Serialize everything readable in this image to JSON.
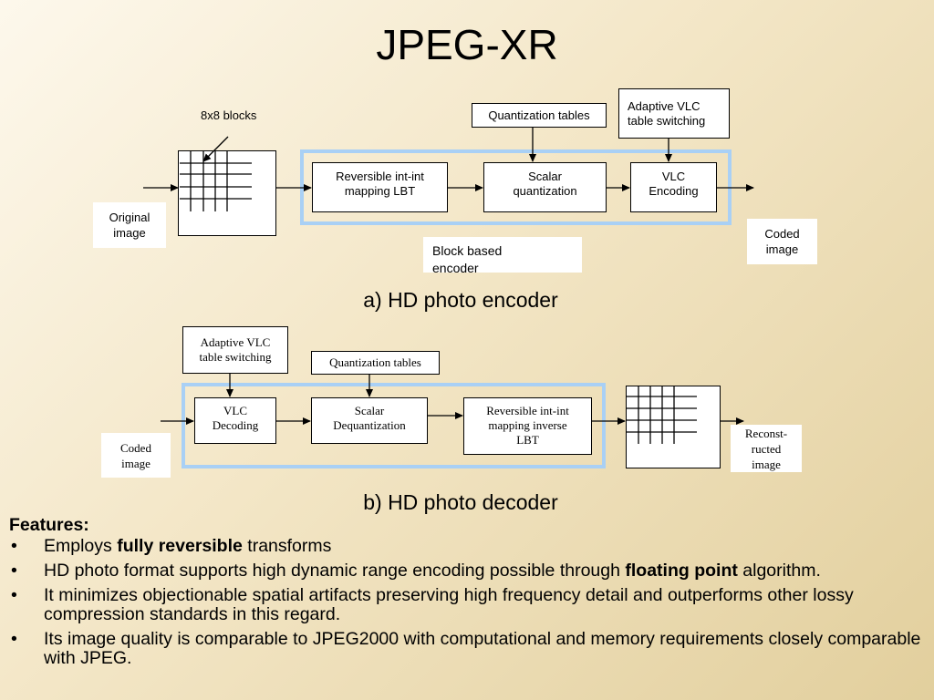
{
  "slide": {
    "title": "JPEG-XR"
  },
  "encoder": {
    "blocks_label": "8x8 blocks",
    "original_image": "Original\nimage",
    "quant_tables": "Quantization tables",
    "adaptive_vlc": "Adaptive VLC\ntable switching",
    "lbt": "Reversible int-int\nmapping LBT",
    "scalar_quant": "Scalar\nquantization",
    "vlc_encoding": "VLC\nEncoding",
    "coded_image": "Coded\nimage",
    "block_based": "Block based\nencoder",
    "caption": "a) HD photo encoder"
  },
  "decoder": {
    "adaptive_vlc": "Adaptive VLC\ntable switching",
    "quant_tables": "Quantization tables",
    "vlc_decoding": "VLC\nDecoding",
    "scalar_dequant": "Scalar\nDequantization",
    "inverse_lbt": "Reversible int-int\nmapping inverse\nLBT",
    "coded_image": "Coded\nimage",
    "reconstructed": "Reconst-\nructed\nimage",
    "caption": "b) HD photo decoder"
  },
  "features": {
    "heading": "Features:",
    "bullet": "•",
    "items": [
      {
        "pre": "Employs ",
        "bold": "fully reversible",
        "post": " transforms"
      },
      {
        "pre": "HD photo format supports high dynamic range encoding possible through ",
        "bold": "floating point",
        "post": " algorithm."
      },
      {
        "pre": "It minimizes objectionable spatial artifacts preserving high frequency detail and outperforms other lossy compression standards in this regard.",
        "bold": "",
        "post": ""
      },
      {
        "pre": "Its image quality is comparable to JPEG2000 with computational and memory requirements closely comparable with JPEG.",
        "bold": "",
        "post": ""
      }
    ]
  }
}
